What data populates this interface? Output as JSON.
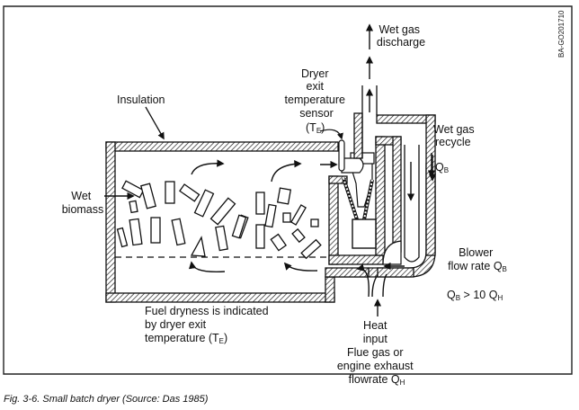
{
  "figure": {
    "caption": "Fig. 3-6.  Small batch dryer (Source: Das 1985)",
    "code": "BA-GO201710"
  },
  "labels": {
    "insulation": "Insulation",
    "wet_biomass": [
      "Wet",
      "biomass"
    ],
    "wet_gas_discharge": [
      "Wet gas",
      "discharge"
    ],
    "sensor": [
      "Dryer",
      "exit",
      "temperature",
      "sensor"
    ],
    "sensor_symbol": {
      "main": "(T",
      "sub": "E",
      "close": ")"
    },
    "wet_gas_recycle": [
      "Wet gas",
      "recycle"
    ],
    "recycle_flow": {
      "main": "Q",
      "sub": "B"
    },
    "blower": {
      "line1": "Blower",
      "line2_main": "flow rate Q",
      "line2_sub": "B"
    },
    "relation": {
      "a": "Q",
      "a_sub": "B",
      "op": " > 10 Q",
      "b_sub": "H"
    },
    "fuel_dryness": {
      "line1": "Fuel dryness is indicated",
      "line2": "by dryer exit",
      "line3_main": "temperature (T",
      "line3_sub": "E",
      "line3_close": ")"
    },
    "heat_input": {
      "line1": "Heat",
      "line2": "input",
      "line3": "Flue gas or",
      "line4": "engine exhaust",
      "line5_main": "flowrate Q",
      "line5_sub": "H"
    }
  }
}
